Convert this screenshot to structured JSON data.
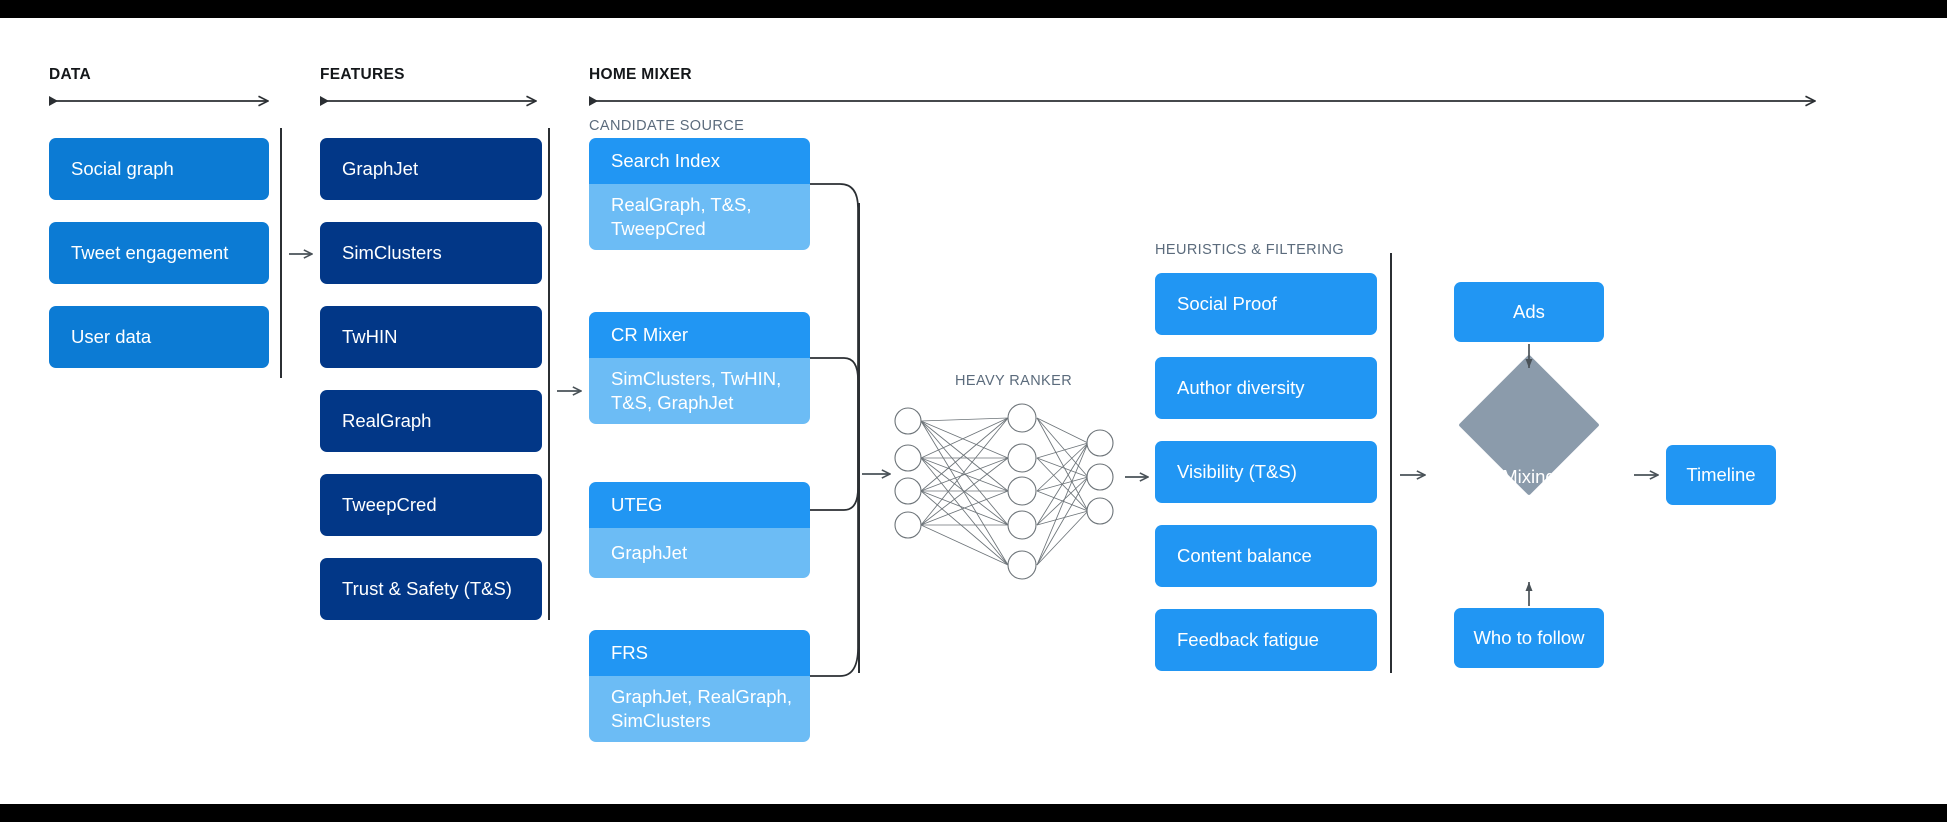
{
  "colors": {
    "data_box": "#0c7bd4",
    "feature_box": "#023787",
    "candidate_head": "#2196f3",
    "candidate_body": "#6cbcf5",
    "heuristic_box": "#2196f3",
    "output_box": "#2196f3",
    "mixing_diamond": "#8b9bab",
    "divider": "#2b2f33",
    "section_title": "#14171a",
    "sub_title": "#5b6b7c",
    "canvas": "#ffffff",
    "letterbox": "#000000"
  },
  "sections": {
    "data": {
      "title": "DATA"
    },
    "features": {
      "title": "FEATURES"
    },
    "home_mixer": {
      "title": "HOME MIXER"
    },
    "candidate_source": {
      "title": "CANDIDATE SOURCE"
    },
    "heavy_ranker": {
      "title": "HEAVY RANKER"
    },
    "heuristics": {
      "title": "HEURISTICS & FILTERING"
    }
  },
  "data_boxes": [
    {
      "label": "Social graph"
    },
    {
      "label": "Tweet engagement"
    },
    {
      "label": "User data"
    }
  ],
  "feature_boxes": [
    {
      "label": "GraphJet"
    },
    {
      "label": "SimClusters"
    },
    {
      "label": "TwHIN"
    },
    {
      "label": "RealGraph"
    },
    {
      "label": "TweepCred"
    },
    {
      "label": "Trust & Safety (T&S)"
    }
  ],
  "candidate_sources": [
    {
      "head": "Search Index",
      "body": "RealGraph, T&S, TweepCred"
    },
    {
      "head": "CR Mixer",
      "body": "SimClusters, TwHIN, T&S, GraphJet"
    },
    {
      "head": "UTEG",
      "body": "GraphJet"
    },
    {
      "head": "FRS",
      "body": "GraphJet, RealGraph, SimClusters"
    }
  ],
  "heuristic_boxes": [
    {
      "label": "Social Proof"
    },
    {
      "label": "Author diversity"
    },
    {
      "label": "Visibility (T&S)"
    },
    {
      "label": "Content balance"
    },
    {
      "label": "Feedback fatigue"
    }
  ],
  "outputs": {
    "ads": "Ads",
    "who_to_follow": "Who to follow",
    "timeline": "Timeline",
    "mixing": "Mixing"
  },
  "neural_net": {
    "input_nodes": 4,
    "hidden_nodes": 5,
    "output_nodes": 3
  }
}
